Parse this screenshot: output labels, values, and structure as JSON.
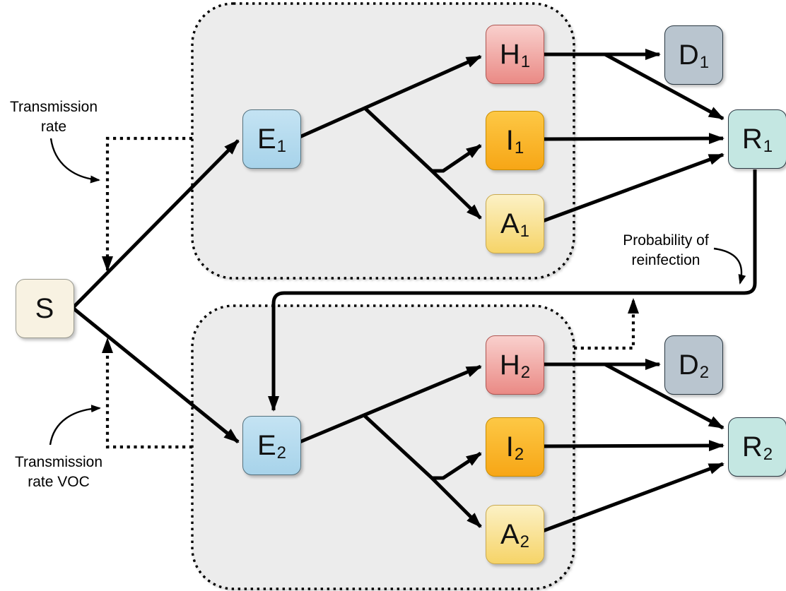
{
  "diagram": {
    "type": "compartmental-epidemic-model",
    "background": "#ffffff",
    "colors": {
      "group_fill": "#ececec",
      "group_stroke": "#000000",
      "edge": "#000000"
    },
    "node_types": {
      "susceptible": {
        "fill1": "#f8f2e2",
        "fill2": "",
        "border": "#9a9a8f"
      },
      "exposed": {
        "fill1": "#c4e3f3",
        "fill2": "#a7d3ea",
        "border": "#54717e"
      },
      "hospitalized": {
        "fill1": "#f9d0cd",
        "fill2": "#ea8a85",
        "border": "#b05551"
      },
      "infected": {
        "fill1": "#fdc845",
        "fill2": "#f7a616",
        "border": "#c98d00"
      },
      "asymptomatic": {
        "fill1": "#fcf1c5",
        "fill2": "#f6d468",
        "border": "#c9a94f"
      },
      "dead": {
        "fill1": "#b9c5cf",
        "fill2": "",
        "border": "#2a3842"
      },
      "recovered": {
        "fill1": "#c4e7e2",
        "fill2": "",
        "border": "#2a3842"
      }
    },
    "groups": [
      {
        "id": "variant-1",
        "contains": [
          "E1",
          "H1",
          "I1",
          "A1"
        ]
      },
      {
        "id": "variant-2-voc",
        "contains": [
          "E2",
          "H2",
          "I2",
          "A2"
        ]
      }
    ],
    "nodes": [
      {
        "id": "S",
        "label": "S",
        "sub": "",
        "type": "susceptible"
      },
      {
        "id": "E1",
        "label": "E",
        "sub": "1",
        "type": "exposed"
      },
      {
        "id": "H1",
        "label": "H",
        "sub": "1",
        "type": "hospitalized"
      },
      {
        "id": "I1",
        "label": "I",
        "sub": "1",
        "type": "infected"
      },
      {
        "id": "A1",
        "label": "A",
        "sub": "1",
        "type": "asymptomatic"
      },
      {
        "id": "D1",
        "label": "D",
        "sub": "1",
        "type": "dead"
      },
      {
        "id": "R1",
        "label": "R",
        "sub": "1",
        "type": "recovered"
      },
      {
        "id": "E2",
        "label": "E",
        "sub": "2",
        "type": "exposed"
      },
      {
        "id": "H2",
        "label": "H",
        "sub": "2",
        "type": "hospitalized"
      },
      {
        "id": "I2",
        "label": "I",
        "sub": "2",
        "type": "infected"
      },
      {
        "id": "A2",
        "label": "A",
        "sub": "2",
        "type": "asymptomatic"
      },
      {
        "id": "D2",
        "label": "D",
        "sub": "2",
        "type": "dead"
      },
      {
        "id": "R2",
        "label": "R",
        "sub": "2",
        "type": "recovered"
      }
    ],
    "edges": [
      {
        "from": "S",
        "to": "E1",
        "style": "solid"
      },
      {
        "from": "S",
        "to": "E2",
        "style": "solid"
      },
      {
        "from": "E1",
        "to": "H1",
        "style": "solid"
      },
      {
        "from": "E1",
        "to": "I1",
        "style": "solid"
      },
      {
        "from": "E1",
        "to": "A1",
        "style": "solid"
      },
      {
        "from": "H1",
        "to": "D1",
        "style": "solid"
      },
      {
        "from": "H1",
        "to": "R1",
        "style": "solid"
      },
      {
        "from": "I1",
        "to": "R1",
        "style": "solid"
      },
      {
        "from": "A1",
        "to": "R1",
        "style": "solid"
      },
      {
        "from": "R1",
        "to": "E2",
        "style": "solid",
        "label": "Probability of reinfection"
      },
      {
        "from": "E2",
        "to": "H2",
        "style": "solid"
      },
      {
        "from": "E2",
        "to": "I2",
        "style": "solid"
      },
      {
        "from": "E2",
        "to": "A2",
        "style": "solid"
      },
      {
        "from": "H2",
        "to": "D2",
        "style": "solid"
      },
      {
        "from": "H2",
        "to": "R2",
        "style": "solid"
      },
      {
        "from": "I2",
        "to": "R2",
        "style": "solid"
      },
      {
        "from": "A2",
        "to": "R2",
        "style": "solid"
      },
      {
        "from": "variant-1-group",
        "to": "flow-S-E1",
        "style": "dotted",
        "label": "Transmission rate"
      },
      {
        "from": "variant-2-group",
        "to": "flow-S-E2",
        "style": "dotted",
        "label": "Transmission rate VOC"
      },
      {
        "from": "variant-2-group",
        "to": "flow-R1-E2",
        "style": "dotted",
        "label": "Probability of reinfection"
      }
    ],
    "annotations": {
      "transmission_rate": {
        "line1": "Transmission",
        "line2": "rate"
      },
      "transmission_rate_voc": {
        "line1": "Transmission",
        "line2": "rate VOC"
      },
      "probability_reinfection": {
        "line1": "Probability of",
        "line2": "reinfection"
      }
    }
  }
}
